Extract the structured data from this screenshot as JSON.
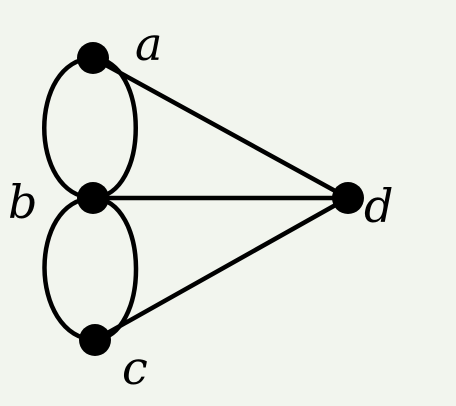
{
  "graph": {
    "colors": {
      "background": "#f2f5ee",
      "ink": "#000000"
    },
    "vertices": [
      {
        "id": "a",
        "label": "a"
      },
      {
        "id": "b",
        "label": "b"
      },
      {
        "id": "c",
        "label": "c"
      },
      {
        "id": "d",
        "label": "d"
      }
    ],
    "edges": [
      {
        "from": "a",
        "to": "b",
        "kind": "curved"
      },
      {
        "from": "a",
        "to": "b",
        "kind": "curved"
      },
      {
        "from": "b",
        "to": "c",
        "kind": "curved"
      },
      {
        "from": "b",
        "to": "c",
        "kind": "curved"
      },
      {
        "from": "a",
        "to": "d",
        "kind": "straight"
      },
      {
        "from": "b",
        "to": "d",
        "kind": "straight"
      },
      {
        "from": "c",
        "to": "d",
        "kind": "straight"
      }
    ]
  }
}
